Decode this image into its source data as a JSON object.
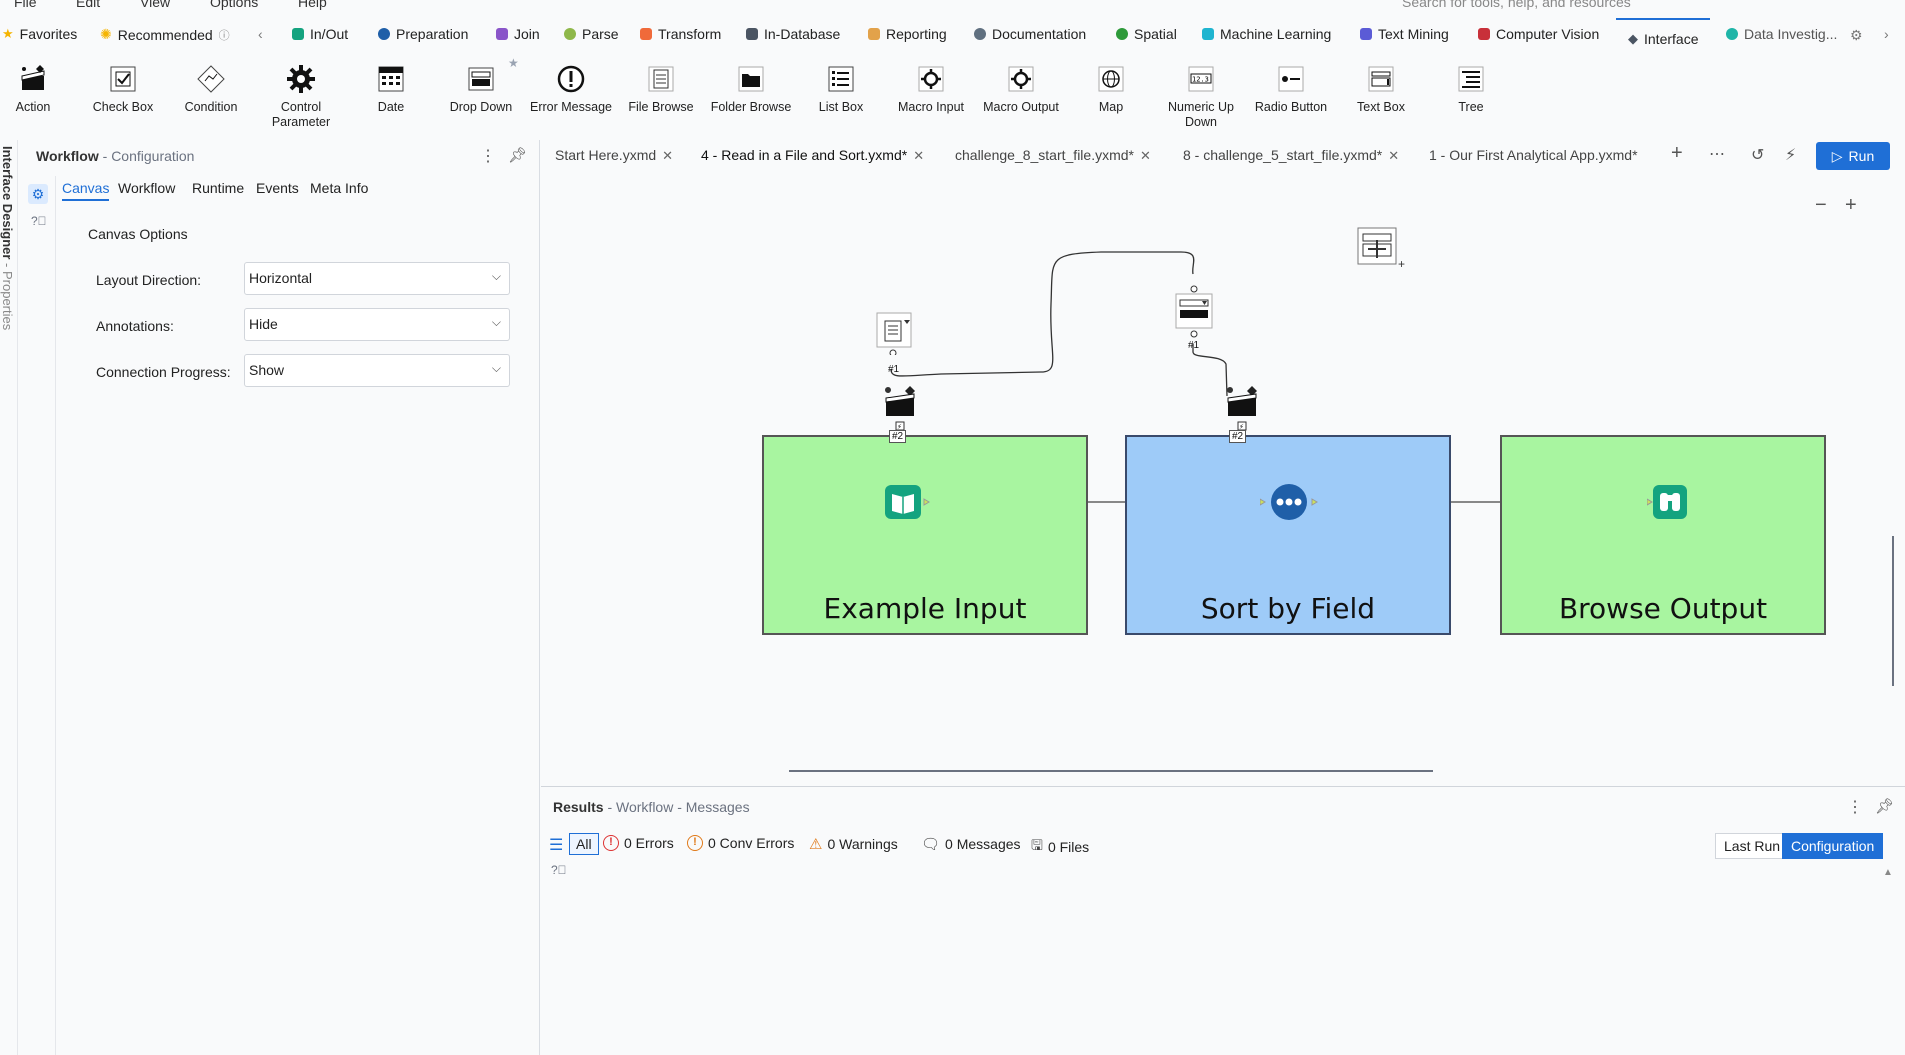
{
  "menu": [
    "File",
    "Edit",
    "View",
    "Options",
    "Help"
  ],
  "search_placeholder": "Search for tools, help, and resources",
  "categories": [
    {
      "label": "Favorites",
      "color": "#f5b400"
    },
    {
      "label": "Recommended",
      "color": "#f5b400"
    },
    {
      "label": "In/Out",
      "color": "#14a37f"
    },
    {
      "label": "Preparation",
      "color": "#1f5fa8"
    },
    {
      "label": "Join",
      "color": "#8a55c9"
    },
    {
      "label": "Parse",
      "color": "#8fb84a"
    },
    {
      "label": "Transform",
      "color": "#f06a3a"
    },
    {
      "label": "In-Database",
      "color": "#4b5563"
    },
    {
      "label": "Reporting",
      "color": "#e2a24a"
    },
    {
      "label": "Documentation",
      "color": "#607080"
    },
    {
      "label": "Spatial",
      "color": "#2e9a3a"
    },
    {
      "label": "Machine Learning",
      "color": "#1fb5d0"
    },
    {
      "label": "Text Mining",
      "color": "#5b5bd6"
    },
    {
      "label": "Computer Vision",
      "color": "#c8303a"
    },
    {
      "label": "Interface",
      "color": "#4b5563"
    },
    {
      "label": "Data Investig...",
      "color": "#1fb5a8"
    }
  ],
  "tools": [
    {
      "label": "Action",
      "icon": "clapperboard-icon"
    },
    {
      "label": "Check Box",
      "icon": "checkbox-icon"
    },
    {
      "label": "Condition",
      "icon": "condition-icon"
    },
    {
      "label": "Control Parameter",
      "icon": "gear-icon"
    },
    {
      "label": "Date",
      "icon": "calendar-icon"
    },
    {
      "label": "Drop Down",
      "icon": "dropdown-icon"
    },
    {
      "label": "Error Message",
      "icon": "error-icon"
    },
    {
      "label": "File Browse",
      "icon": "file-icon"
    },
    {
      "label": "Folder Browse",
      "icon": "folder-icon"
    },
    {
      "label": "List Box",
      "icon": "listbox-icon"
    },
    {
      "label": "Macro Input",
      "icon": "macro-input-icon"
    },
    {
      "label": "Macro Output",
      "icon": "macro-output-icon"
    },
    {
      "label": "Map",
      "icon": "globe-icon"
    },
    {
      "label": "Numeric Up Down",
      "icon": "numeric-icon"
    },
    {
      "label": "Radio Button",
      "icon": "radio-icon"
    },
    {
      "label": "Text Box",
      "icon": "textbox-icon"
    },
    {
      "label": "Tree",
      "icon": "tree-icon"
    }
  ],
  "left_strip": {
    "main": "Interface Designer",
    "sub": " - Properties"
  },
  "config": {
    "title": "Workflow",
    "subtitle": " - Configuration",
    "tabs": [
      "Canvas",
      "Workflow",
      "Runtime",
      "Events",
      "Meta Info"
    ],
    "active_tab": "Canvas",
    "section": "Canvas Options",
    "rows": [
      {
        "label": "Layout Direction:",
        "value": "Horizontal"
      },
      {
        "label": "Annotations:",
        "value": "Hide"
      },
      {
        "label": "Connection Progress:",
        "value": "Show"
      }
    ]
  },
  "doc_tabs": [
    {
      "label": "Start Here.yxmd",
      "closable": true
    },
    {
      "label": "4 - Read in a File and Sort.yxmd*",
      "closable": true,
      "active": true
    },
    {
      "label": "challenge_8_start_file.yxmd*",
      "closable": true
    },
    {
      "label": "8 - challenge_5_start_file.yxmd*",
      "closable": true
    },
    {
      "label": "1 - Our First Analytical App.yxmd*",
      "closable": false
    }
  ],
  "run_label": "Run",
  "canvas": {
    "containers": [
      {
        "label": "Example Input",
        "color": "green"
      },
      {
        "label": "Sort by Field",
        "color": "blue"
      },
      {
        "label": "Browse Output",
        "color": "green"
      }
    ],
    "badges": [
      "#1",
      "#2",
      "#1",
      "#2"
    ]
  },
  "results": {
    "title": "Results",
    "subtitle": " - Workflow - Messages",
    "filters": [
      {
        "label": "All"
      },
      {
        "label": "0 Errors"
      },
      {
        "label": "0 Conv Errors"
      },
      {
        "label": "0 Warnings"
      },
      {
        "label": "0 Messages"
      },
      {
        "label": "0 Files"
      }
    ],
    "last_run": "Last Run",
    "configuration": "Configuration"
  }
}
